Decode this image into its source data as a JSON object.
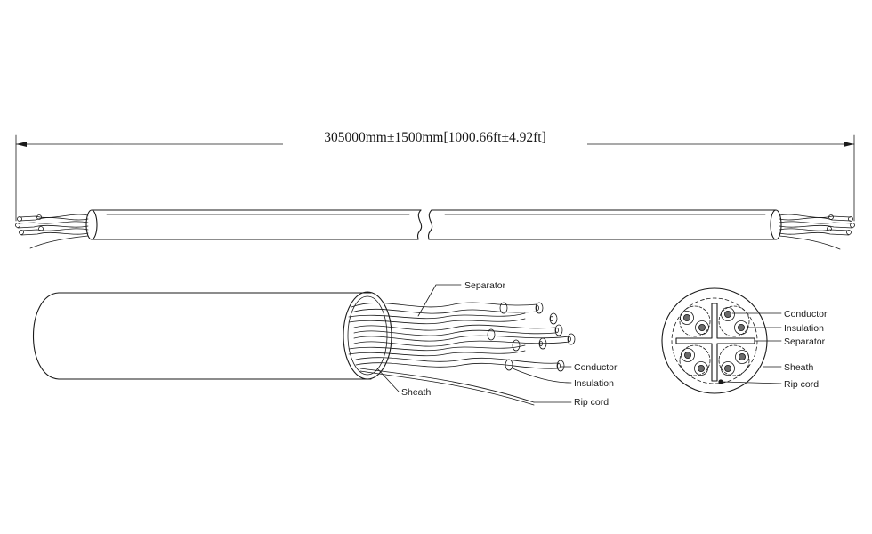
{
  "dimension": {
    "text": "305000mm±1500mm[1000.66ft±4.92ft]"
  },
  "side_view": {
    "labels": {
      "separator": "Separator",
      "conductor": "Conductor",
      "insulation": "Insulation",
      "rip_cord": "Rip cord",
      "sheath": "Sheath"
    }
  },
  "cross_section": {
    "labels": {
      "conductor": "Conductor",
      "insulation": "Insulation",
      "separator": "Separator",
      "sheath": "Sheath",
      "rip_cord": "Rip cord"
    }
  },
  "colors": {
    "line": "#1a1a1a",
    "background": "#ffffff"
  }
}
